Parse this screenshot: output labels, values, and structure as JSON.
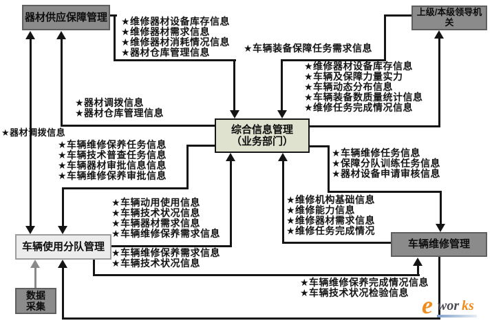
{
  "nodes": {
    "supply": {
      "label": "器材供应保障管理"
    },
    "leadership": {
      "label": "上级/本级领导机关"
    },
    "center": {
      "label_line1": "综合信息管理",
      "label_line2": "（业务部门）"
    },
    "subunit": {
      "label": "车辆使用分队管理"
    },
    "maintenance": {
      "label": "车辆维修管理"
    },
    "data_collection": {
      "label_line1": "数据",
      "label_line2": "采集"
    }
  },
  "flows": {
    "supply_to_center": {
      "from": "器材供应保障管理",
      "to": "综合信息管理（业务部门）",
      "labels": [
        "★维修器材设备库存信息",
        "★维修器材需求信息",
        "★维修器材消耗情况信息",
        "★器材仓库管理信息"
      ]
    },
    "center_to_supply": {
      "from": "综合信息管理（业务部门）",
      "to": "器材供应保障管理",
      "labels": [
        "★器材调拨信息",
        "★器材仓库管理信息"
      ]
    },
    "supply_subunit_bidirectional": {
      "from": "器材供应保障管理",
      "to": "车辆使用分队管理",
      "labels": [
        "★器材调拨信息"
      ]
    },
    "leadership_to_center": {
      "from": "上级/本级领导机关",
      "to": "综合信息管理（业务部门）",
      "labels": [
        "★车辆装备保障任务需求信息"
      ]
    },
    "center_to_leadership": {
      "from": "综合信息管理（业务部门）",
      "to": "上级/本级领导机关",
      "labels": [
        "★维修器材设备库存信息",
        "★车辆及保障力量实力",
        "★车辆动态分布信息",
        "★车辆装备数质量统计信息",
        "★维修任务完成情况信息"
      ]
    },
    "center_to_subunit": {
      "from": "综合信息管理（业务部门）",
      "to": "车辆使用分队管理",
      "labels": [
        "★车辆维修保养任务信息",
        "★车辆技术普查任务信息",
        "★车辆器材审批信息信息",
        "★车辆维修保养审批信息"
      ]
    },
    "subunit_to_center": {
      "from": "车辆使用分队管理",
      "to": "综合信息管理（业务部门）",
      "labels": [
        "★车辆动用使用信息",
        "★车辆技术状况信息",
        "★车辆器材需求信息",
        "★车辆维修保养需求信息"
      ]
    },
    "center_to_maintenance": {
      "from": "综合信息管理（业务部门）",
      "to": "车辆维修管理",
      "labels": [
        "★车辆维修任务信息",
        "★保障分队训练任务信息",
        "★器材设备申请审核信息"
      ]
    },
    "maintenance_to_center": {
      "from": "车辆维修管理",
      "to": "综合信息管理（业务部门）",
      "labels": [
        "★维修机构基础信息",
        "★维修能力信息",
        "★维修器材需求信息",
        "★维修任务完成情况"
      ]
    },
    "subunit_to_maintenance": {
      "from": "车辆使用分队管理",
      "to": "车辆维修管理",
      "labels": [
        "★车辆维修保养需求信息",
        "★车辆技术状况信息"
      ]
    },
    "maintenance_to_subunit": {
      "from": "车辆维修管理",
      "to": "车辆使用分队管理",
      "labels": [
        "★车辆维修保养完成情况信息",
        "★车辆技术状况检验信息"
      ]
    },
    "datacollection_to_subunit": {
      "from": "数据采集",
      "to": "车辆使用分队管理",
      "labels": []
    }
  },
  "watermark": {
    "brand": "e-works",
    "part_e": "e",
    "part_dark": "wor",
    "part_orange": "ks"
  },
  "colors": {
    "node_gray": "#8b8b8b",
    "node_center_fill": "#dfe2cf",
    "node_light": "#ececec",
    "line": "#141414",
    "watermark_orange": "#ee8c1e",
    "watermark_dark": "#4b4b54"
  }
}
